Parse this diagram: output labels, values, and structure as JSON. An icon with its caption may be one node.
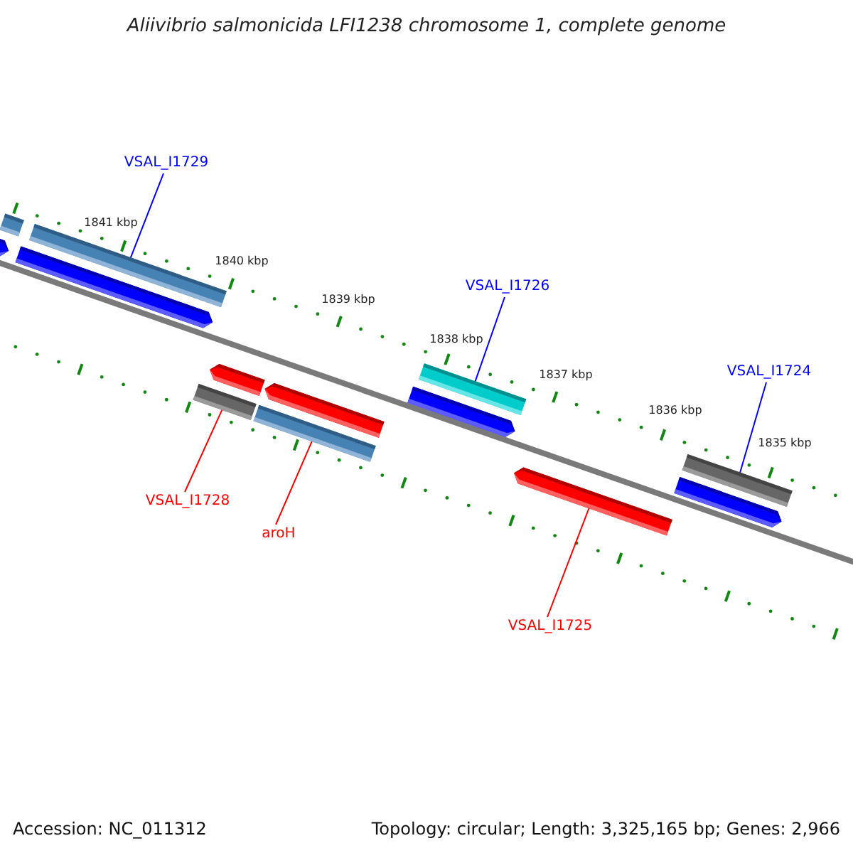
{
  "diagram": {
    "title": "Aliivibrio salmonicida LFI1238 chromosome 1, complete genome",
    "nodes": [
      {
        "text": [
          "VSAL_I1729"
        ]
      },
      {
        "text": [],
        "shape": "bar"
      },
      {
        "text": [],
        "shape": "bar"
      },
      {
        "text": [],
        "shape": "bar"
      },
      {
        "text": [],
        "shape": "bar"
      },
      {
        "text": [
          "VSAL_I1726"
        ]
      },
      {
        "text": [],
        "shape": "bar"
      },
      {
        "text": [],
        "shape": "bar"
      },
      {
        "text": [],
        "shape": "bar"
      },
      {
        "text": [],
        "shape": "bar"
      },
      {
        "text": [],
        "shape": "bar"
      },
      {
        "text": [],
        "shape": "bar"
      },
      {
        "text": [
          "VSAL_I1724"
        ]
      },
      {
        "text": [],
        "shape": "bar"
      },
      {
        "text": [],
        "shape": "bar"
      },
      {
        "text": [],
        "shape": "bar"
      },
      {
        "text": [
          "VSAL_I1728"
        ]
      },
      {
        "text": [
          "aroH"
        ]
      },
      {
        "text": [
          "VSAL_I1725"
        ]
      }
    ],
    "edges": [
      {
        "from": 0,
        "to": 3,
        "arrow": "none",
        "color": "#0000ff"
      },
      {
        "from": 5,
        "to": 10,
        "arrow": "none",
        "color": "#0000ff"
      },
      {
        "from": 12,
        "to": 13,
        "arrow": "none",
        "color": "#0000ff"
      },
      {
        "from": 16,
        "to": 8,
        "arrow": "none",
        "color": "#ff0000"
      },
      {
        "from": 17,
        "to": 9,
        "arrow": "none",
        "color": "#ff0000"
      },
      {
        "from": 18,
        "to": 15,
        "arrow": "none",
        "color": "#ff0000"
      }
    ],
    "labels": [
      "1841 kbp",
      "1840 kbp",
      "1839 kbp",
      "1838 kbp",
      "1837 kbp",
      "1836 kbp",
      "1835 kbp",
      "Accession: NC_011312",
      "Topology: circular; Length: 3,325,165 bp; Genes: 2,966"
    ]
  }
}
